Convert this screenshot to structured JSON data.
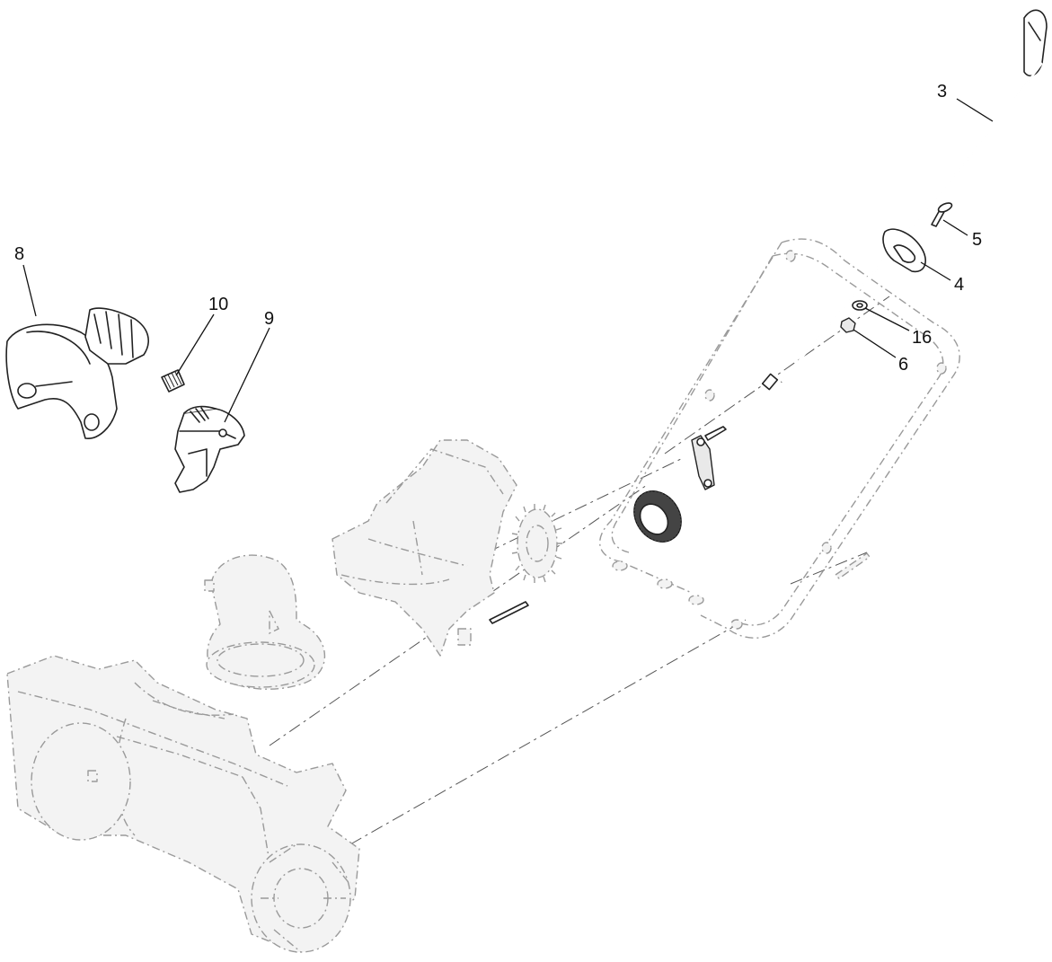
{
  "callouts": {
    "c3": "3",
    "c4": "4",
    "c5": "5",
    "c6": "6",
    "c8": "8",
    "c9": "9",
    "c10": "10",
    "c16": "16"
  },
  "colors": {
    "line": "#222222",
    "ghost_line": "#9a9a9a",
    "background": "#ffffff"
  }
}
